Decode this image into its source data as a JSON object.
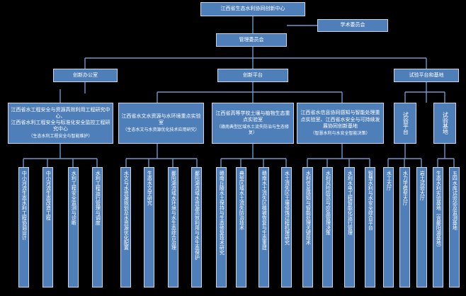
{
  "root": "江西省生态水利协同创新中心",
  "academic": "学术委员会",
  "management": "管理委员会",
  "level1": [
    "创新办公室",
    "创新平台",
    "试验平台和基地"
  ],
  "level2": [
    {
      "title": "江西省水工程安全与资源高效利用工程研究中心、\n江西省水利工程安全与标准化安全监控工程研究中心",
      "note": "（生态水利工程安全与智能维护）"
    },
    {
      "title": "江西省水文水资源与水环境重点实验室",
      "note": "（生态水文与水资源优化技术应用研究）"
    },
    {
      "title": "江西省高等学校土壤与植物生态重点实验室",
      "note": "（赣南典型区域水土流失防治与生态修复）"
    },
    {
      "title": "江西省水信息协同感知与智能处理重点实验室、江西省水安全与可持续发展协同创新基地",
      "note": "（智慧水利与水安全智能决策）"
    },
    {
      "title": "试验平台"
    },
    {
      "title": "试验基地"
    }
  ],
  "leaves": [
    "中小河流生态水利工程协调设计",
    "中小河流生态改造工程",
    "水利工程安全监测与诊断",
    "水利工程运行管理与调度",
    "水文与水资源规划及水资源优化配置",
    "生态水文学研究",
    "鄱阳湖流域水环境与水生态综合治理",
    "鄱阳湖流域水资源高效利用与水生态保护",
    "赣南丘陵水土保持与生态修复技术研究",
    "典型区域水土流失防治技术",
    "赣南水土流失区植被恢复与生态重建",
    "水土流失区土壤侵蚀过程机理研究",
    "水利信息感知与智能处理关键技术",
    "水利风险防范与应急管理决策",
    "水利水电工程智能化运行管理",
    "智慧水利与水安全综合平台",
    "水工大厅",
    "水力学模型大厅",
    "岩土试验大厅",
    "生态水利实验基地（含鄱阳湖基地）",
    "五四水库试验站及监测基地"
  ]
}
